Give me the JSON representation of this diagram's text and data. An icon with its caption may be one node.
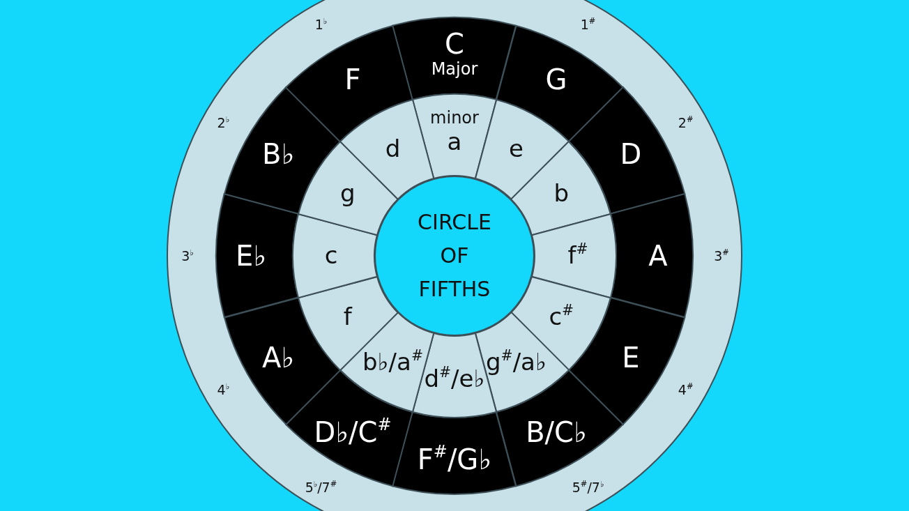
{
  "diagram": {
    "nodes": [
      {
        "text": [
          "C",
          "Major"
        ]
      },
      {
        "text": [
          "G"
        ]
      },
      {
        "text": [
          "D"
        ]
      },
      {
        "text": [
          "A"
        ]
      },
      {
        "text": [
          "E"
        ]
      },
      {
        "text": [
          "B/C♭"
        ]
      },
      {
        "text": [
          "F$^{#}$/G♭"
        ]
      },
      {
        "text": [
          "D♭/C$^{#}$"
        ]
      },
      {
        "text": [
          "A♭"
        ]
      },
      {
        "text": [
          "E♭"
        ]
      },
      {
        "text": [
          "B♭"
        ]
      },
      {
        "text": [
          "F"
        ]
      },
      {
        "text": [
          "minor",
          "a"
        ]
      },
      {
        "text": [
          "e"
        ]
      },
      {
        "text": [
          "b"
        ]
      },
      {
        "text": [
          "f$^{#}$"
        ]
      },
      {
        "text": [
          "c$^{#}$"
        ]
      },
      {
        "text": [
          "g$^{#}$/a♭"
        ]
      },
      {
        "text": [
          "d$^{#}$/e♭"
        ]
      },
      {
        "text": [
          "b♭/a$^{#}$"
        ]
      },
      {
        "text": [
          "f"
        ]
      },
      {
        "text": [
          "c"
        ]
      },
      {
        "text": [
          "g"
        ]
      },
      {
        "text": [
          "d"
        ]
      },
      {
        "text": [
          "CIRCLE OF FIFTHS"
        ]
      }
    ],
    "labels": [
      "1$^{♭}$",
      "1$^{#}$",
      "2$^{♭}$",
      "2$^{#}$",
      "3$^{♭}$",
      "3$^{#}$",
      "4$^{♭}$",
      "4$^{#}$",
      "5$^{♭}$/7$^{#}$",
      "5$^{#}$/7$^{♭}$"
    ]
  }
}
